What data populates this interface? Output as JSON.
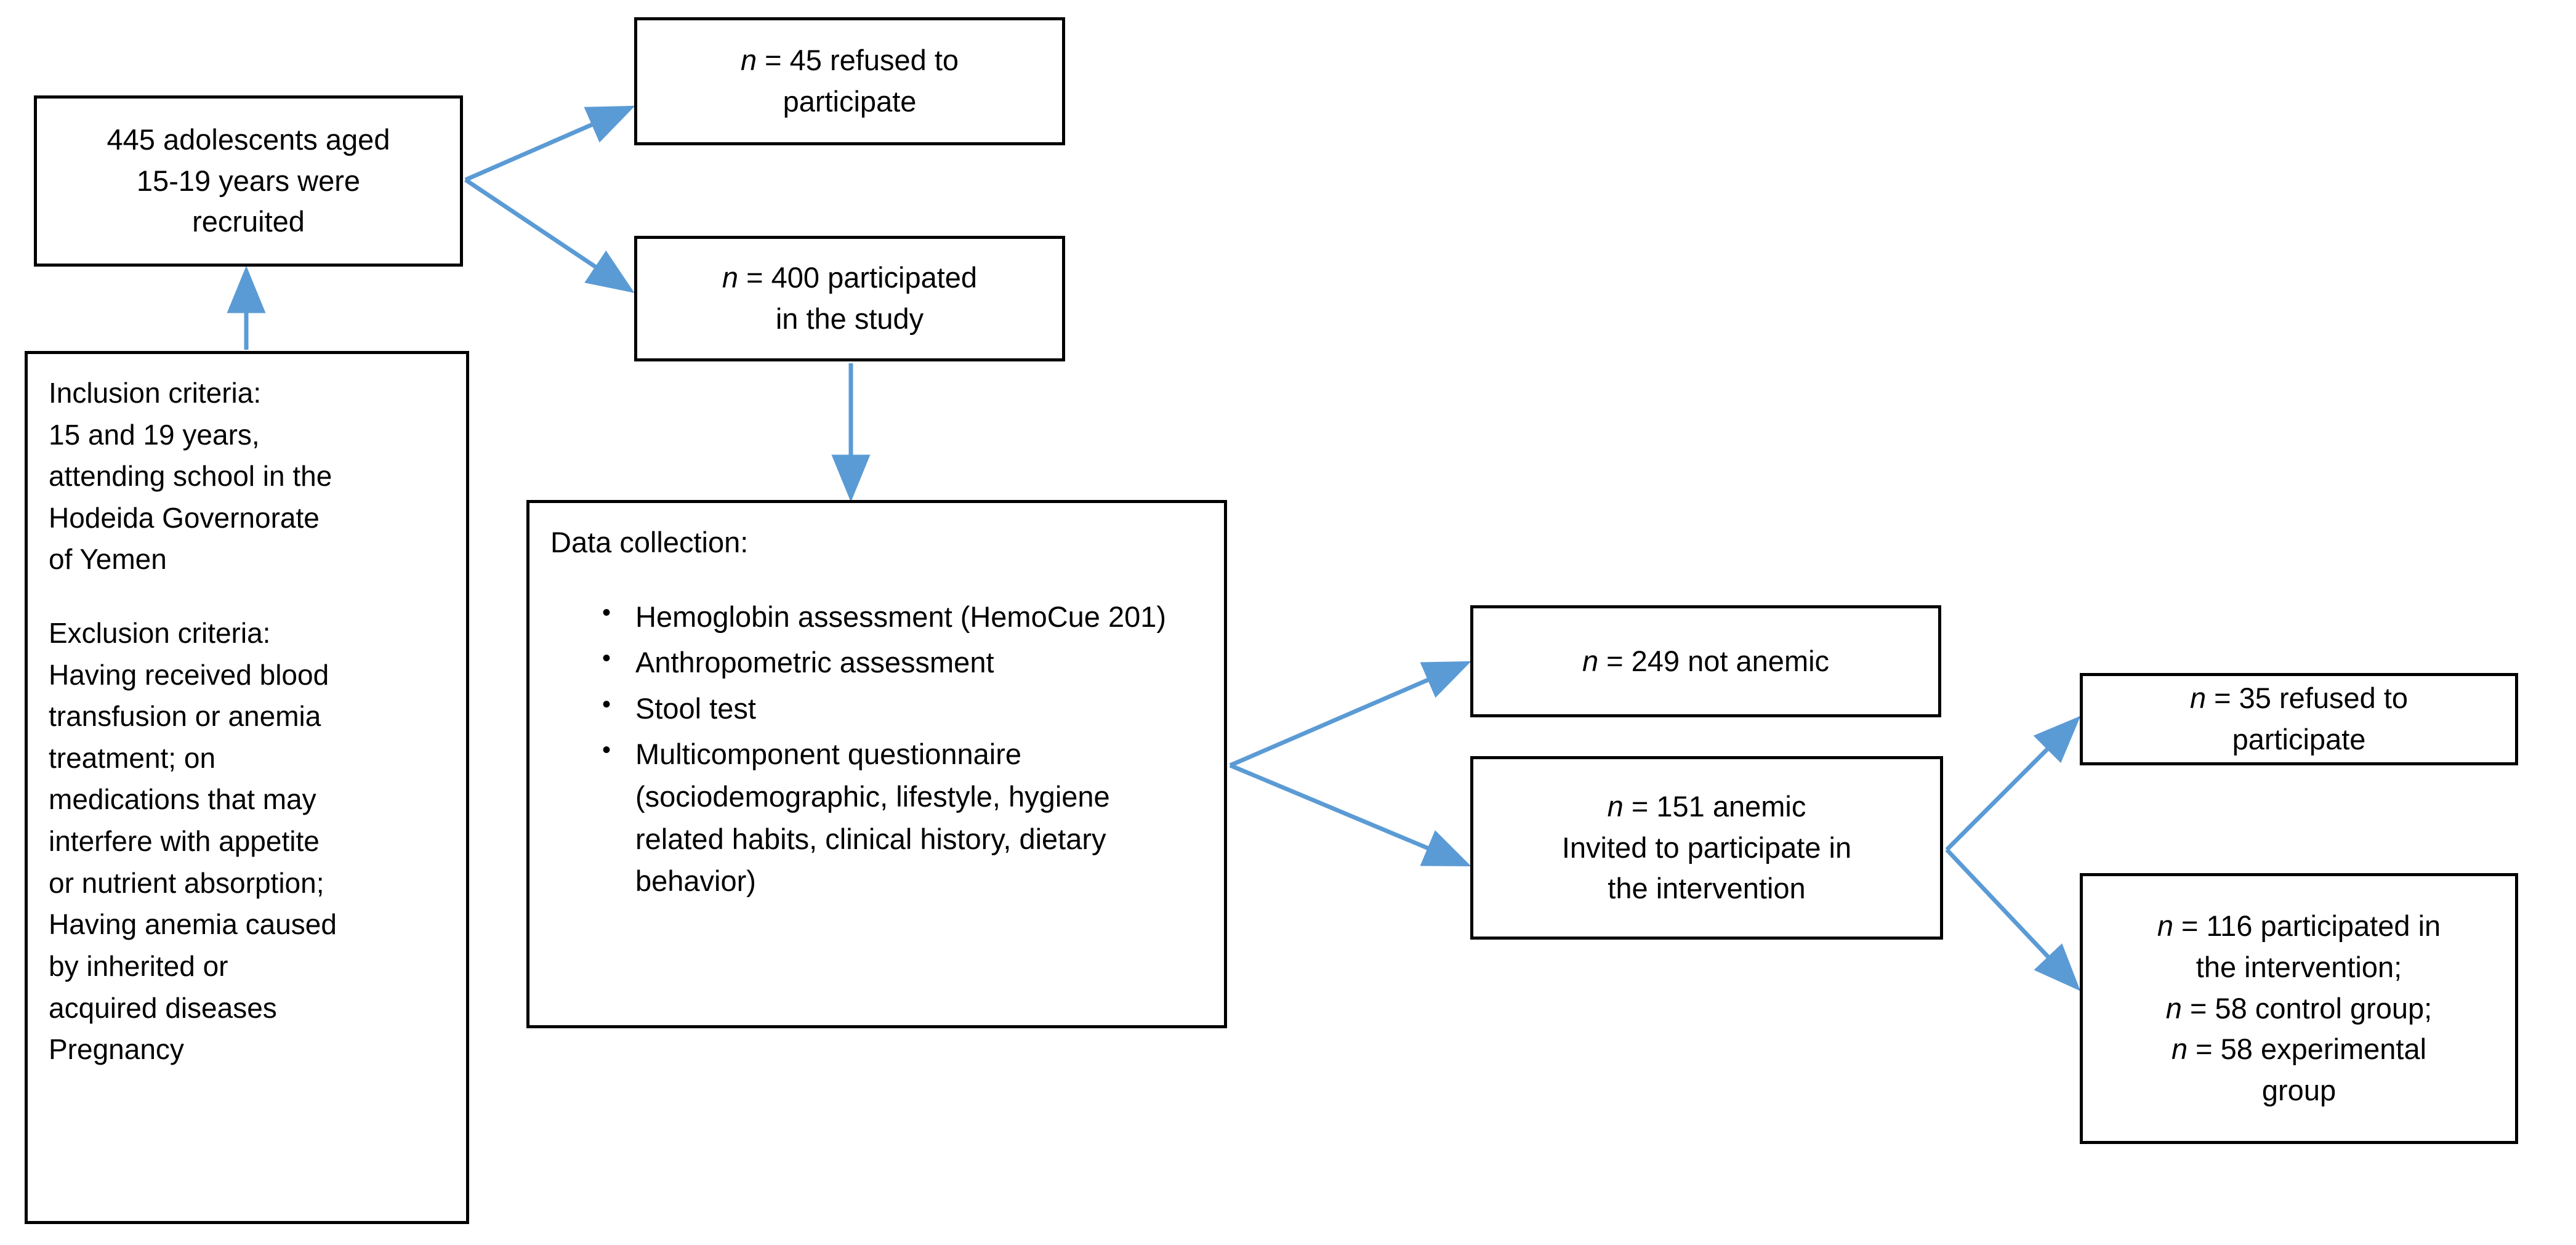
{
  "diagram": {
    "type": "flowchart",
    "title": "Study participant flow diagram",
    "accent_color": "#5B9BD5",
    "border_color": "#000000",
    "background_color": "#FFFFFF",
    "text_color": "#000000"
  },
  "nodes": {
    "recruited": {
      "id": "recruited",
      "lines": [
        "445 adolescents aged",
        "15-19 years were",
        "recruited"
      ]
    },
    "criteria": {
      "id": "criteria",
      "inclusion_heading": "Inclusion criteria:",
      "inclusion_lines": [
        "15 and 19 years,",
        "attending school in the",
        "Hodeida Governorate",
        "of Yemen"
      ],
      "exclusion_heading": "Exclusion criteria:",
      "exclusion_lines": [
        "Having received blood",
        "transfusion or anemia",
        "treatment; on",
        "medications that may",
        "interfere with appetite",
        "or nutrient absorption;",
        "Having anemia caused",
        "by inherited or",
        "acquired diseases",
        "Pregnancy"
      ]
    },
    "refused45": {
      "id": "refused45",
      "n_symbol": "n",
      "line1_rest": " = 45 refused to",
      "line2": "participate"
    },
    "participated400": {
      "id": "participated400",
      "n_symbol": "n",
      "line1_rest": " = 400 participated",
      "line2": "in the study"
    },
    "datacollection": {
      "id": "datacollection",
      "heading": "Data collection:",
      "bullets": [
        "Hemoglobin assessment (HemoCue 201)",
        "Anthropometric assessment",
        "Stool test",
        "Multicomponent questionnaire (sociodemographic, lifestyle, hygiene related habits, clinical history, dietary behavior)"
      ]
    },
    "notanemic": {
      "id": "notanemic",
      "n_symbol": "n",
      "line1_rest": " = 249 not anemic"
    },
    "anemic151": {
      "id": "anemic151",
      "n_symbol": "n",
      "line1_rest": " = 151 anemic",
      "line2": "Invited to participate in",
      "line3": "the intervention"
    },
    "refused35": {
      "id": "refused35",
      "n_symbol": "n",
      "line1_rest": " = 35 refused to",
      "line2": "participate"
    },
    "final116": {
      "id": "final116",
      "n_symbol": "n",
      "line1_rest": " = 116 participated in",
      "line2": "the intervention;",
      "n_symbol2": "n",
      "line3_rest": " = 58 control group;",
      "n_symbol3": "n",
      "line4_rest": " = 58 experimental",
      "line5": "group"
    }
  },
  "edges": [
    {
      "id": "criteria-to-recruited",
      "from": "criteria",
      "to": "recruited",
      "style": "arrow-up"
    },
    {
      "id": "recruited-to-refused45",
      "from": "recruited",
      "to": "refused45",
      "style": "arrow-branch-up"
    },
    {
      "id": "recruited-to-participated400",
      "from": "recruited",
      "to": "participated400",
      "style": "arrow-branch-down"
    },
    {
      "id": "participated400-to-datacollection",
      "from": "participated400",
      "to": "datacollection",
      "style": "arrow-down"
    },
    {
      "id": "datacollection-to-notanemic",
      "from": "datacollection",
      "to": "notanemic",
      "style": "arrow-branch-up"
    },
    {
      "id": "datacollection-to-anemic151",
      "from": "datacollection",
      "to": "anemic151",
      "style": "arrow-branch-down"
    },
    {
      "id": "anemic151-to-refused35",
      "from": "anemic151",
      "to": "refused35",
      "style": "arrow-branch-up"
    },
    {
      "id": "anemic151-to-final116",
      "from": "anemic151",
      "to": "final116",
      "style": "arrow-branch-down"
    }
  ]
}
